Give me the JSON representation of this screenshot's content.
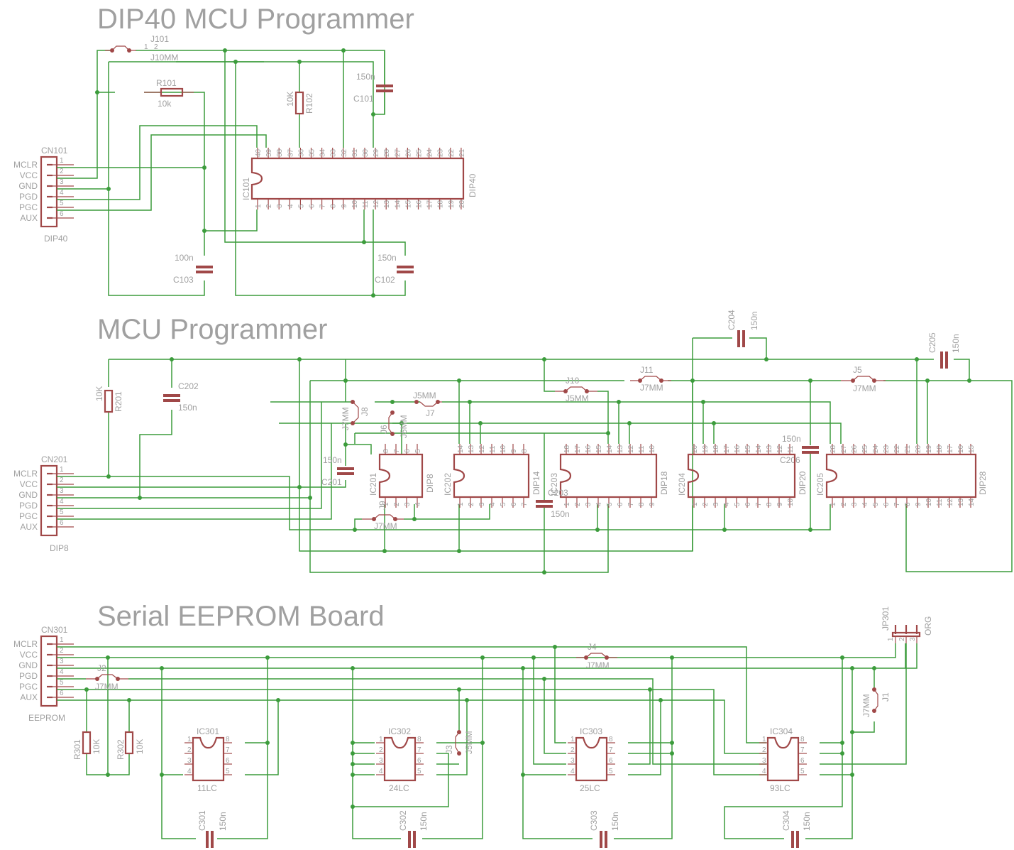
{
  "sections": {
    "s1_title": "DIP40 MCU Programmer",
    "s2_title": "MCU Programmer",
    "s3_title": "Serial EEPROM Board"
  },
  "connector_signals": [
    "MCLR",
    "VCC",
    "GND",
    "PGD",
    "PGC",
    "AUX"
  ],
  "connector_pins": [
    "1",
    "2",
    "3",
    "4",
    "5",
    "6"
  ],
  "s1": {
    "cn_name": "CN101",
    "cn_value": "DIP40",
    "j101_name": "J101",
    "j101_value": "J10MM",
    "j_pin1": "1",
    "j_pin2": "2",
    "r101_name": "R101",
    "r101_value": "10k",
    "r102_name": "R102",
    "r102_value": "10K",
    "c101_name": "C101",
    "c101_value": "150n",
    "c102_name": "C102",
    "c102_value": "150n",
    "c103_name": "C103",
    "c103_value": "100n",
    "ic_name": "IC101",
    "ic_value": "DIP40"
  },
  "s2": {
    "cn_name": "CN201",
    "cn_value": "DIP8",
    "r201_name": "R201",
    "r201_value": "10K",
    "c201_name": "C201",
    "c201_value": "150n",
    "c202_name": "C202",
    "c202_value": "150n",
    "c203_name": "C203",
    "c203_value": "150n",
    "c204_name": "C204",
    "c204_value": "150n",
    "c205_name": "C205",
    "c205_value": "150n",
    "c206_name": "C206",
    "c206_value": "150n",
    "ic201_name": "IC201",
    "ic201_value": "DIP8",
    "ic202_name": "IC202",
    "ic202_value": "DIP14",
    "ic203_name": "IC203",
    "ic203_value": "DIP18",
    "ic204_name": "IC204",
    "ic204_value": "DIP20",
    "ic205_name": "IC205",
    "ic205_value": "DIP28",
    "j5_name": "J5",
    "j5_value": "J7MM",
    "j6_name": "J6",
    "j6_value": "J5MM",
    "j7_name": "J7",
    "j7_value": "J5MM",
    "j8_name": "J8",
    "j8_value": "J7MM",
    "j9_name": "J9",
    "j9_value": "J7MM",
    "j10_name": "J10",
    "j10_value": "J5MM",
    "j11_name": "J11",
    "j11_value": "J7MM"
  },
  "s3": {
    "cn_name": "CN301",
    "cn_value": "EEPROM",
    "r301_name": "R301",
    "r301_value": "10K",
    "r302_name": "R302",
    "r302_value": "10K",
    "ic301_name": "IC301",
    "ic301_value": "11LC",
    "ic302_name": "IC302",
    "ic302_value": "24LC",
    "ic303_name": "IC303",
    "ic303_value": "25LC",
    "ic304_name": "IC304",
    "ic304_value": "93LC",
    "c301_name": "C301",
    "c302_name": "C302",
    "c303_name": "C303",
    "c304_name": "C304",
    "cap_value": "150n",
    "j1_name": "J1",
    "j1_value": "J7MM",
    "j2_name": "J2",
    "j2_value": "J7MM",
    "j3_name": "J3",
    "j3_value": "J5MM",
    "j4_name": "J4",
    "j4_value": "J7MM",
    "jp301_name": "JP301",
    "jp301_value": "ORG",
    "jp_pins": [
      "1",
      "2",
      "3"
    ]
  }
}
